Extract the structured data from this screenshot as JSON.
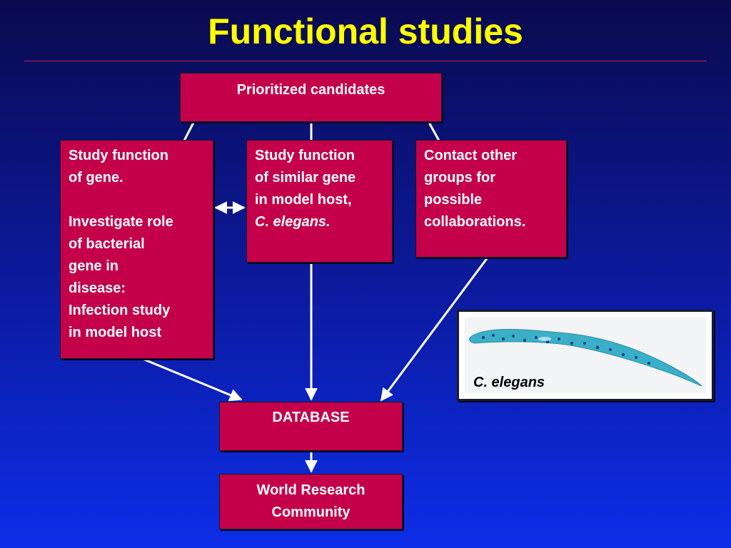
{
  "slide": {
    "title": "Functional studies",
    "boxes": {
      "prioritized": "Prioritized candidates",
      "study_gene": {
        "lines1": [
          "Study function",
          "of gene."
        ],
        "lines2": [
          "Investigate role",
          "of bacterial",
          "gene in",
          "disease:",
          "Infection study",
          "in model host"
        ]
      },
      "similar_gene": {
        "lines": [
          "Study function",
          "of similar gene",
          "in model host,"
        ],
        "italic_line": "C. elegans."
      },
      "contact": {
        "lines": [
          "Contact other",
          "groups for",
          "possible",
          "collaborations."
        ]
      },
      "database": "DATABASE",
      "world": [
        "World Research",
        "Community"
      ]
    },
    "photo": {
      "caption": "C. elegans",
      "icon": "c-elegans-worm-image"
    },
    "colors": {
      "box_fill": "#c4004a",
      "title": "#ffff00",
      "arrow": "#ffffff",
      "worm": "#3ab0c8"
    }
  }
}
